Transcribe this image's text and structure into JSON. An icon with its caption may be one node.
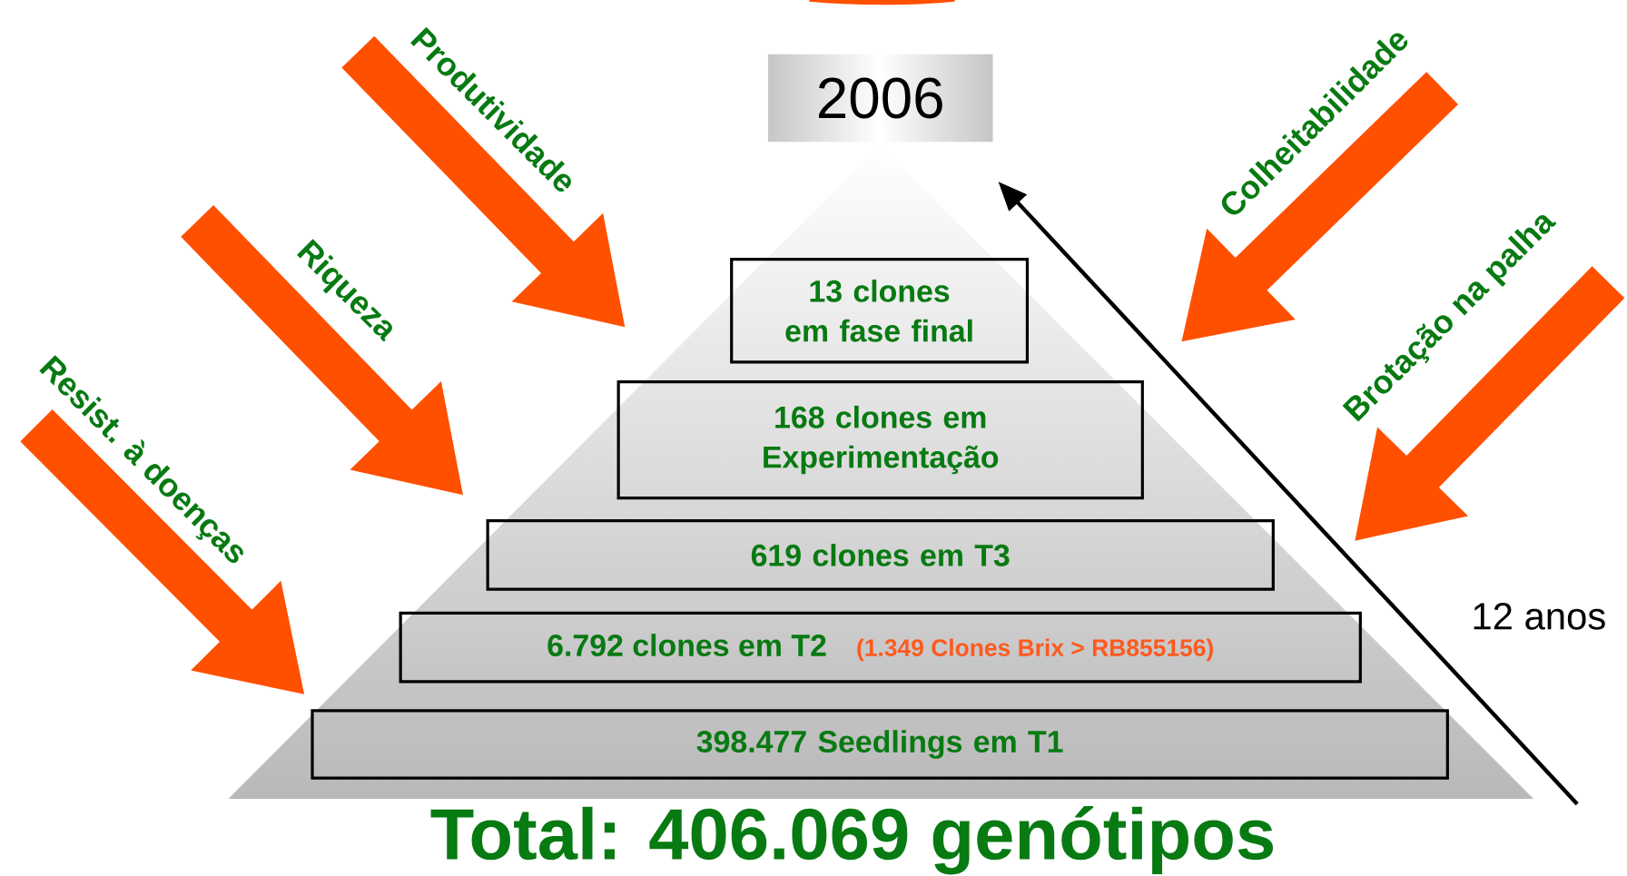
{
  "diagram": {
    "caption": "Total: 406.069 genótipos",
    "nodes": [
      {
        "text": [
          "2006"
        ]
      },
      {
        "text": [
          "13 clones em fase final"
        ]
      },
      {
        "text": [
          "168 clones em Experimentação"
        ]
      },
      {
        "text": [
          "619 clones em T3"
        ]
      },
      {
        "text": [
          "6.792 clones em T2",
          "(1.349 Clones Brix > RB855156)"
        ]
      },
      {
        "text": [
          "398.477 Seedlings em T1"
        ]
      }
    ],
    "labels": [
      "Produtividade",
      "Colheitabilidade",
      "Riqueza",
      "Brotação na palha",
      "Resist. à doenças",
      "12 anos"
    ]
  }
}
